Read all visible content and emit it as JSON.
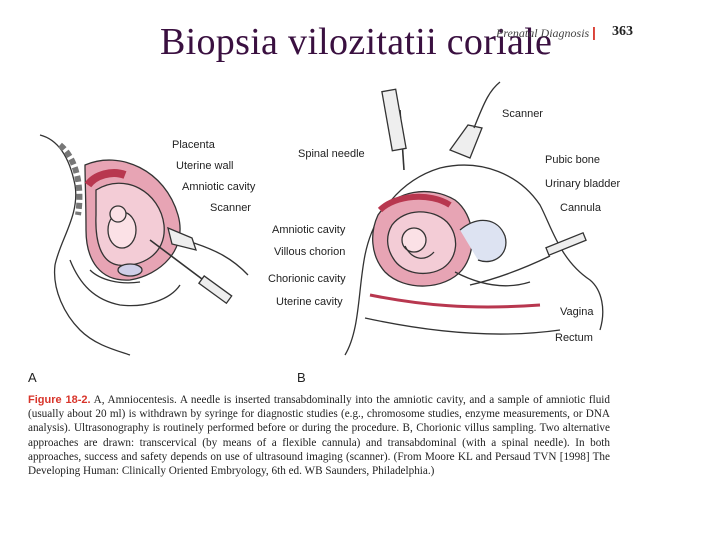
{
  "slide": {
    "title": "Biopsia vilozitatii coriale"
  },
  "book_header": {
    "section": "Prenatal Diagnosis",
    "separator": "|",
    "page_number": "363"
  },
  "figure": {
    "panel_a": {
      "letter": "A",
      "labels": {
        "placenta": "Placenta",
        "uterine_wall": "Uterine wall",
        "amniotic_cavity": "Amniotic cavity",
        "scanner": "Scanner"
      }
    },
    "panel_b": {
      "letter": "B",
      "labels": {
        "scanner": "Scanner",
        "spinal_needle": "Spinal needle",
        "pubic_bone": "Pubic bone",
        "urinary_bladder": "Urinary bladder",
        "cannula": "Cannula",
        "amniotic_cavity": "Amniotic cavity",
        "villous_chorion": "Villous chorion",
        "chorionic_cavity": "Chorionic cavity",
        "uterine_cavity": "Uterine cavity",
        "vagina": "Vagina",
        "rectum": "Rectum"
      }
    },
    "caption": {
      "figure_label": "Figure 18-2.",
      "text": " A, Amniocentesis. A needle is inserted transabdominally into the amniotic cavity, and a sample of amniotic fluid (usually about 20 ml) is withdrawn by syringe for diagnostic studies (e.g., chromosome studies, enzyme measurements, or DNA analysis). Ultrasonography is routinely performed before or during the procedure. B, Chorionic villus sampling. Two alternative approaches are drawn: transcervical (by means of a flexible cannula) and transabdominal (with a spinal needle). In both approaches, success and safety depends on use of ultrasound imaging (scanner). (From Moore KL and Persaud TVN [1998] The Developing Human: Clinically Oriented Embryology, 6th ed. WB Saunders, Philadelphia.)"
    }
  },
  "colors": {
    "title": "#3a1040",
    "accent_red": "#d8342a",
    "tissue_pink": "#e7a4b4",
    "amnion_pink": "#f3ccd6",
    "outline": "#333333"
  }
}
